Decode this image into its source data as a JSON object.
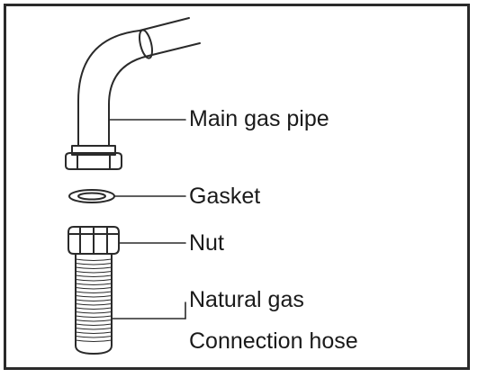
{
  "labels": {
    "main_gas_pipe": "Main gas pipe",
    "gasket": "Gasket",
    "nut": "Nut",
    "hose_line1": "Natural gas",
    "hose_line2": "Connection hose"
  },
  "colors": {
    "stroke": "#2a2a2a",
    "fill": "#ffffff",
    "border": "#2a2a2a"
  }
}
